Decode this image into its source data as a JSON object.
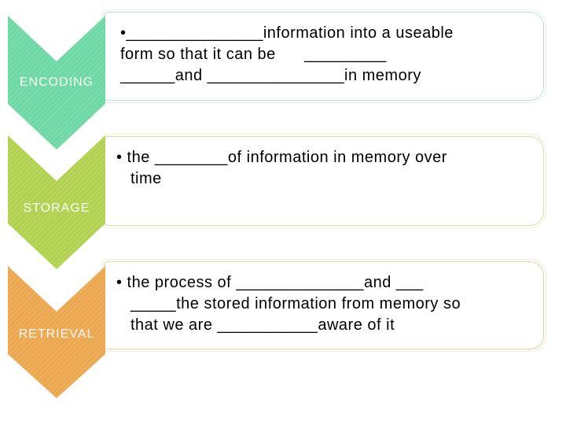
{
  "steps": [
    {
      "label": "ENCODING",
      "lines": [
        "•_______________information into a useable",
        "form so that it can be      _________",
        "______and _______________in memory"
      ]
    },
    {
      "label": "STORAGE",
      "lines": [
        "• the ________of information in memory over",
        "time"
      ]
    },
    {
      "label": "RETRIEVAL",
      "lines": [
        "• the process of ______________and ___",
        "_____the stored information from memory so",
        "that we are ___________aware of it"
      ]
    }
  ],
  "theme": {
    "background": "#ffffff",
    "text_color": "#000000",
    "label_color": "#ffffff",
    "encoding_fill": "#6ed8a5",
    "encoding_stripe": "#7edeb1",
    "encoding_border": "#bde1d0",
    "storage_fill": "#b0d14f",
    "storage_stripe": "#bcd863",
    "storage_border": "#d9e2a6",
    "retrieval_fill": "#eba74f",
    "retrieval_stripe": "#efb261",
    "retrieval_border": "#e6d2a0"
  }
}
